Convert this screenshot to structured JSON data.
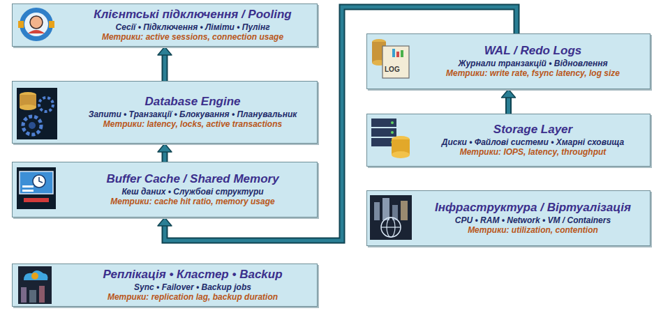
{
  "diagram": {
    "nodes": [
      {
        "text": [
          "Клієнтські підключення / Pooling",
          "Сесії • Підключення • Ліміти • Пулінг",
          "Метрики: active sessions, connection usage"
        ]
      },
      {
        "text": [
          "Database Engine",
          "Запити • Транзакції • Блокування • Планувальник",
          "Метрики: latency, locks, active transactions"
        ]
      },
      {
        "text": [
          "Buffer Cache / Shared Memory",
          "Кеш даних • Службові структури",
          "Метрики: cache hit ratio, memory usage"
        ]
      },
      {
        "text": [
          "Реплікація • Кластер • Backup",
          "Sync • Failover • Backup jobs",
          "Метрики: replication lag, backup duration"
        ]
      },
      {
        "text": [
          "WAL / Redo Logs",
          "Журнали транзакцій • Відновлення",
          "Метрики: write rate, fsync latency, log size"
        ]
      },
      {
        "text": [
          "Storage Layer",
          "Диски • Файлові системи • Хмарні сховища",
          "Метрики: IOPS, latency, throughput"
        ]
      },
      {
        "text": [
          "Інфраструктура / Віртуалізація",
          "CPU • RAM • Network • VM / Containers",
          "Метрики: utilization, contention"
        ]
      }
    ],
    "edges": [
      {
        "from": 2,
        "to": 1,
        "arrow": "to"
      },
      {
        "from": 1,
        "to": 0,
        "arrow": "to"
      },
      {
        "from": 5,
        "to": 4,
        "arrow": "to"
      },
      {
        "from": 4,
        "to": 2,
        "arrow": "to"
      }
    ],
    "labels": [
      "LOG"
    ]
  }
}
